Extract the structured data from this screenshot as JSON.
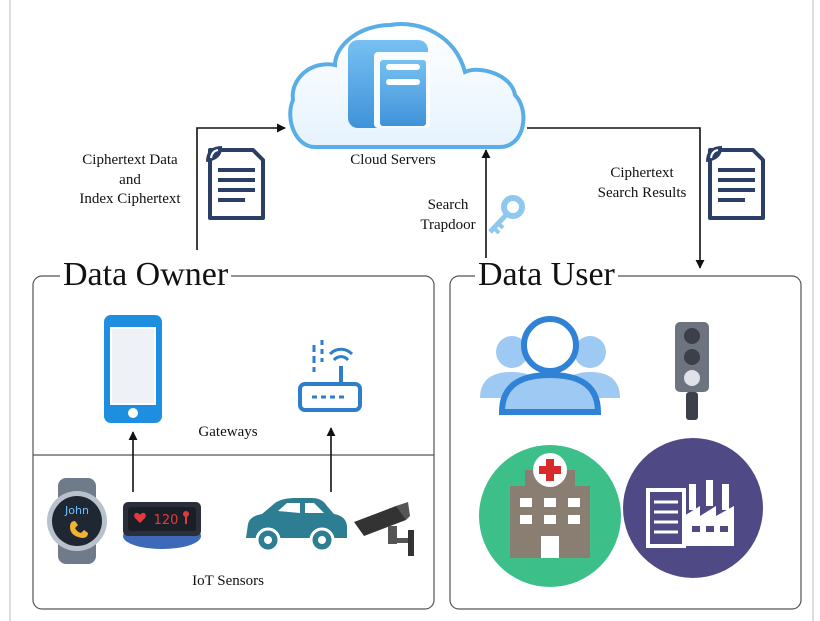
{
  "cloud": {
    "label": "Cloud Servers"
  },
  "upload": {
    "line1": "Ciphertext Data",
    "line2": "and",
    "line3": "Index Ciphertext"
  },
  "search": {
    "line1": "Search",
    "line2": "Trapdoor"
  },
  "results": {
    "line1": "Ciphertext",
    "line2": "Search Results"
  },
  "owner": {
    "title": "Data Owner",
    "gateways_label": "Gateways",
    "sensors_label": "IoT Sensors"
  },
  "user": {
    "title": "Data User"
  },
  "watch": {
    "name": "John"
  },
  "band": {
    "reading": "120"
  },
  "colors": {
    "doc_navy": "#2b3f66",
    "cloud_blue": "#5aaee8",
    "phone_blue": "#1e8fe0",
    "person_blue": "#9ec9f2",
    "hospital_green": "#3dbf8a",
    "factory_purple": "#4f4a86",
    "car_teal": "#2e7e93",
    "hospital_red": "#d92b2b",
    "heart_red": "#e23b3b"
  }
}
